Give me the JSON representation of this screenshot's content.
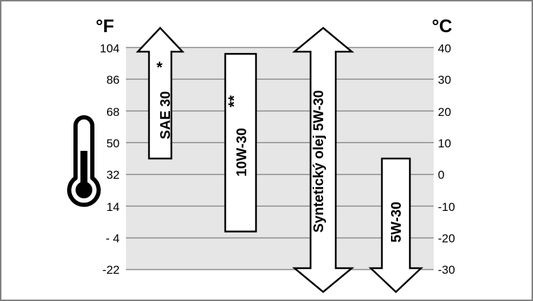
{
  "units": {
    "left": "°F",
    "right": "°C"
  },
  "fahrenheit_ticks": [
    "104",
    "86",
    "68",
    "50",
    "32",
    "14",
    "- 4",
    "-22"
  ],
  "celsius_ticks": [
    "40",
    "30",
    "20",
    "10",
    "0",
    "-10",
    "-20",
    "-30"
  ],
  "colors": {
    "band": "#e6e6e6",
    "border": "#808080",
    "grid": "#8c8c8c",
    "ink": "#000000"
  },
  "oils": [
    {
      "label": "SAE 30",
      "note": "*",
      "min_c": 5,
      "max_c": 40,
      "open_top": true,
      "open_bottom": false
    },
    {
      "label": "10W-30",
      "note": "**",
      "min_c": -18,
      "max_c": 38,
      "open_top": false,
      "open_bottom": false
    },
    {
      "label": "Syntetický olej 5W-30",
      "note": "",
      "min_c": -30,
      "max_c": 40,
      "open_top": true,
      "open_bottom": true
    },
    {
      "label": "5W-30",
      "note": "",
      "min_c": -30,
      "max_c": 5,
      "open_top": false,
      "open_bottom": true
    }
  ]
}
